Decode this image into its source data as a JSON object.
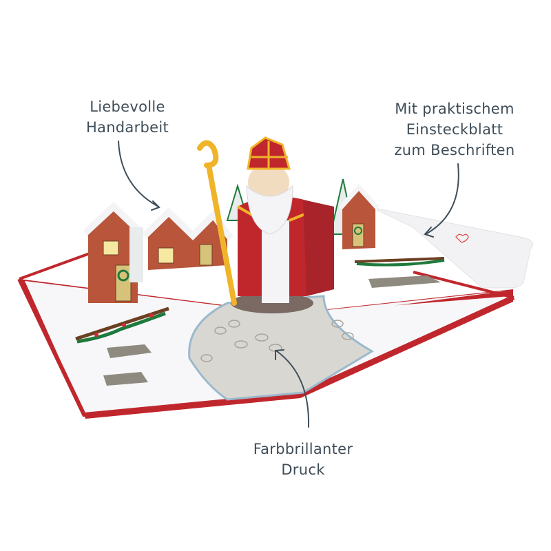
{
  "annotations": [
    {
      "id": "handmade",
      "lines": [
        "Liebevolle",
        "Handarbeit"
      ]
    },
    {
      "id": "insert-sheet",
      "lines": [
        "Mit praktischem",
        "Einsteckblatt",
        "zum Beschriften"
      ]
    },
    {
      "id": "print",
      "lines": [
        "Farbbrillanter",
        "Druck"
      ]
    }
  ],
  "product": {
    "subject": "Pop-up card: Saint Nicholas with snowy village houses",
    "colors": {
      "text": "#3f4d58",
      "arrow": "#3f4d58",
      "card_border": "#c0272d",
      "robe_red": "#c0272d",
      "gold": "#f0b429",
      "snow": "#f4f4f6",
      "path_grey": "#d9d7d2",
      "house_brick": "#b8553a",
      "pine_green": "#1e7a3c"
    }
  }
}
